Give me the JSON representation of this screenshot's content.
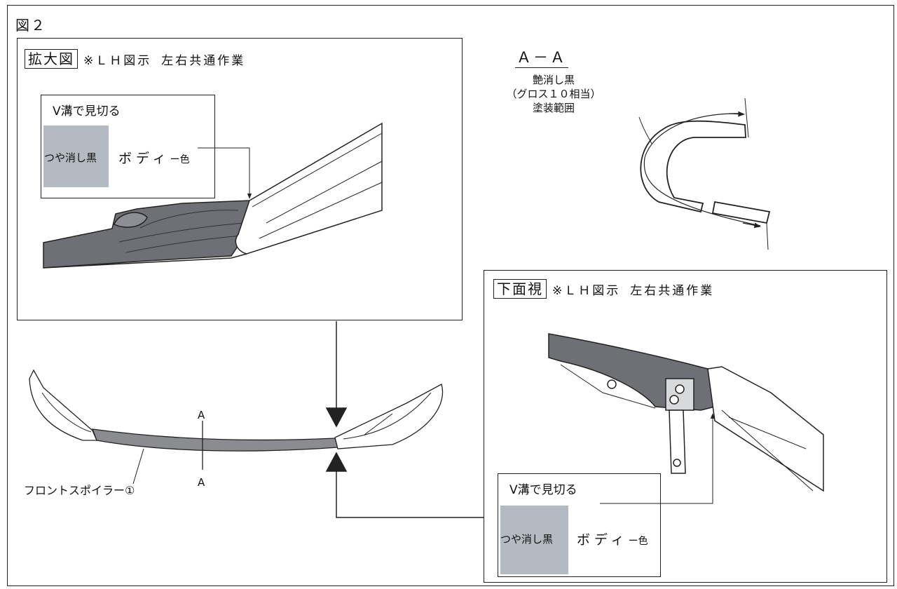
{
  "figure": {
    "label": "図２"
  },
  "enlarged_view": {
    "title": "拡大図",
    "note": "※ＬＨ図示",
    "note2": "左右共通作業",
    "legend": {
      "title": "V溝で見切る",
      "material": "つや消し黒",
      "body_color": "ボディ",
      "body_suffix": "ー色"
    }
  },
  "section_view": {
    "title": "Ａ－Ａ",
    "desc_line1": "艶消し黒",
    "desc_line2": "（グロス１０相当）",
    "desc_line3": "塗装範囲"
  },
  "bottom_view": {
    "title": "下面視",
    "note": "※ＬＨ図示",
    "note2": "左右共通作業",
    "legend": {
      "title": "V溝で見切る",
      "material": "つや消し黒",
      "body_color": "ボディ",
      "body_suffix": "ー色"
    }
  },
  "main_view": {
    "section_marker_top": "A",
    "section_marker_bottom": "A",
    "part_label": "フロントスポイラー①"
  },
  "colors": {
    "matte_black": "#6e7075",
    "legend_swatch": "#b4bac1",
    "line": "#222222"
  }
}
